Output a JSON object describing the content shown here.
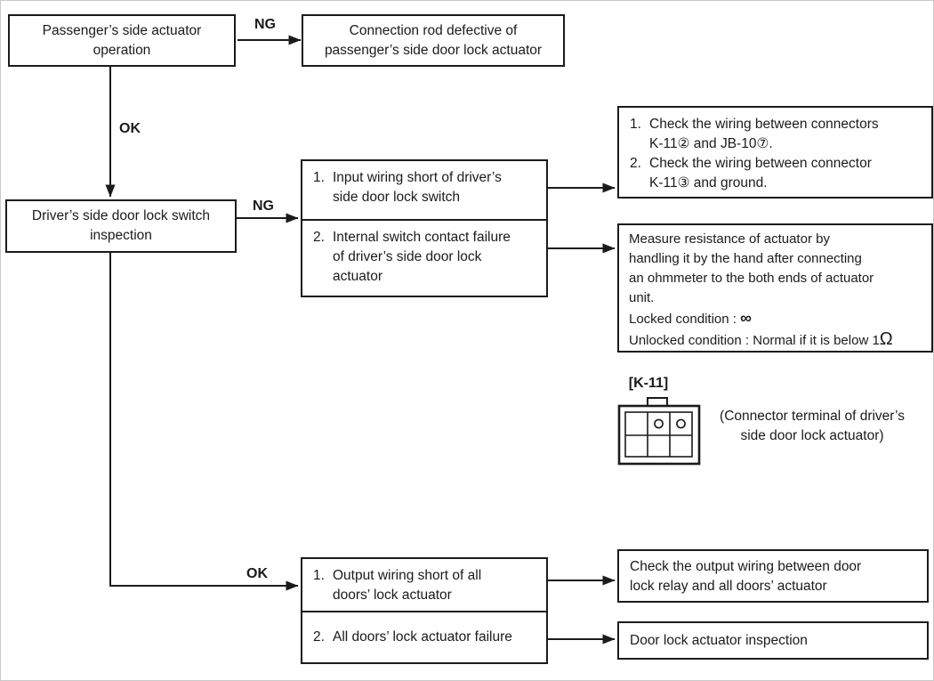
{
  "page": {
    "background": "#ffffff",
    "ink": "#1b1b1b"
  },
  "labels": {
    "ng_passenger": "NG",
    "ok_passenger": "OK",
    "ng_driver": "NG",
    "ok_driver": "OK"
  },
  "nodes": {
    "passenger_operation": {
      "text": "Passenger’s side actuator\noperation"
    },
    "connection_rod_defective": {
      "text": "Connection rod defective of\npassenger’s side door lock actuator"
    },
    "driver_switch_inspection": {
      "text": "Driver’s side door lock switch\ninspection"
    },
    "driver_ng_causes": {
      "items": [
        {
          "num": "1.",
          "text": "Input wiring short of driver’s\nside door lock switch"
        },
        {
          "num": "2.",
          "text": "Internal switch contact failure\nof driver’s side door lock\nactuator"
        }
      ]
    },
    "check_wiring": {
      "items": [
        {
          "num": "1.",
          "text": "Check the wiring between connectors\nK-11② and JB-10⑦."
        },
        {
          "num": "2.",
          "text": "Check the wiring between connector\nK-11③ and ground."
        }
      ]
    },
    "measure_resistance": {
      "text_before_infinity": "Measure resistance of actuator by\nhandling it by the hand after connecting\nan ohmmeter to the both ends of actuator\nunit.\nLocked condition : ",
      "infinity_symbol": "∞",
      "text_before_omega": "\nUnlocked condition : Normal if it is below 1",
      "omega_symbol": "Ω"
    },
    "driver_ok_causes": {
      "items": [
        {
          "num": "1.",
          "text": "Output wiring short of all\ndoors’ lock actuator"
        },
        {
          "num": "2.",
          "text": "All doors’ lock actuator failure"
        }
      ]
    },
    "check_output_wiring": {
      "text": "Check the output wiring between door\nlock relay and all doors’ actuator"
    },
    "door_lock_inspection": {
      "text": "Door lock actuator inspection"
    }
  },
  "connector_figure": {
    "label": "[K-11]",
    "caption": "(Connector terminal of driver’s\nside door lock actuator)"
  }
}
